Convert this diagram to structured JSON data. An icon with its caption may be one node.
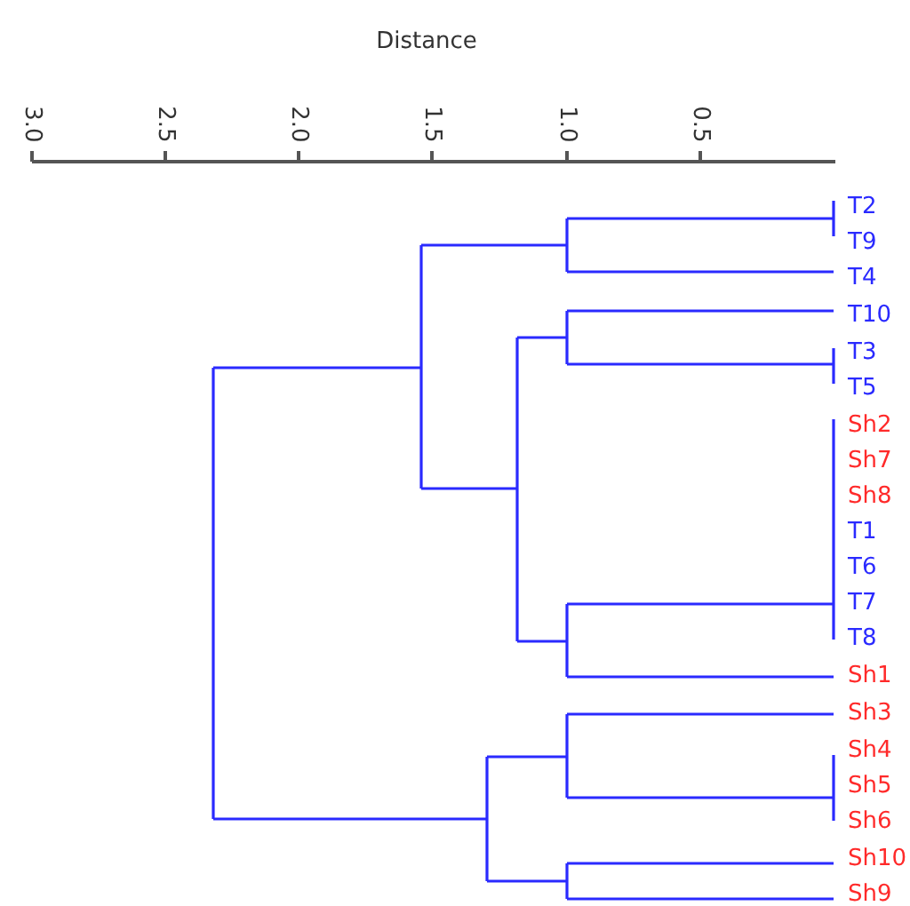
{
  "diagram": {
    "labels": [
      "Distance",
      "3.0",
      "2.5",
      "2.0",
      "1.5",
      "1.0",
      "0.5",
      "T2",
      "T9",
      "T4",
      "T10",
      "T3",
      "T5",
      "Sh2",
      "Sh7",
      "Sh8",
      "T1",
      "T6",
      "T7",
      "T8",
      "Sh1",
      "Sh3",
      "Sh4",
      "Sh5",
      "Sh6",
      "Sh10",
      "Sh9"
    ]
  }
}
